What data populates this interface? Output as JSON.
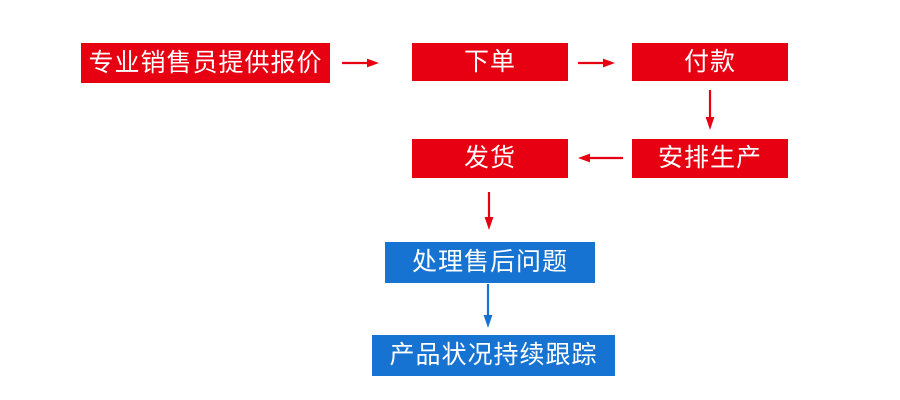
{
  "colors": {
    "process_red": "#e60012",
    "service_blue": "#1673d2",
    "box_text": "#ffffff",
    "background": "#ffffff"
  },
  "flowchart": {
    "type": "flowchart",
    "nodes": [
      {
        "id": "quote",
        "label": "专业销售员提供报价",
        "color_role": "red"
      },
      {
        "id": "order",
        "label": "下单",
        "color_role": "red"
      },
      {
        "id": "payment",
        "label": "付款",
        "color_role": "red"
      },
      {
        "id": "production",
        "label": "安排生产",
        "color_role": "red"
      },
      {
        "id": "shipping",
        "label": "发货",
        "color_role": "red"
      },
      {
        "id": "aftersales",
        "label": "处理售后问题",
        "color_role": "blue"
      },
      {
        "id": "tracking",
        "label": "产品状况持续跟踪",
        "color_role": "blue"
      }
    ],
    "edges": [
      {
        "from": "quote",
        "to": "order",
        "direction": "right",
        "color_role": "red"
      },
      {
        "from": "order",
        "to": "payment",
        "direction": "right",
        "color_role": "red"
      },
      {
        "from": "payment",
        "to": "production",
        "direction": "down",
        "color_role": "red"
      },
      {
        "from": "production",
        "to": "shipping",
        "direction": "left",
        "color_role": "red"
      },
      {
        "from": "shipping",
        "to": "aftersales",
        "direction": "down",
        "color_role": "red"
      },
      {
        "from": "aftersales",
        "to": "tracking",
        "direction": "down",
        "color_role": "blue"
      }
    ]
  }
}
